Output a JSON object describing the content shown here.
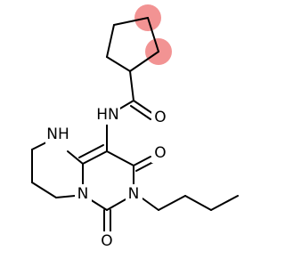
{
  "molecule": {
    "highlight_color": "#f08080",
    "highlight_opacity": 0.85,
    "bond_color": "#000000",
    "label_colors": {
      "N": "#000000",
      "O": "#000000"
    },
    "atoms": {
      "nh_amide": {
        "text": "HN",
        "color": "#000000"
      },
      "o_amide": {
        "text": "O",
        "color": "#000000"
      },
      "nh_ring": {
        "text": "NH",
        "color": "#000000"
      },
      "o_upper": {
        "text": "O",
        "color": "#000000"
      },
      "n_imide": {
        "text": "N",
        "color": "#000000"
      },
      "n_bridge": {
        "text": "N",
        "color": "#000000"
      },
      "o_lower": {
        "text": "O",
        "color": "#000000"
      }
    }
  }
}
